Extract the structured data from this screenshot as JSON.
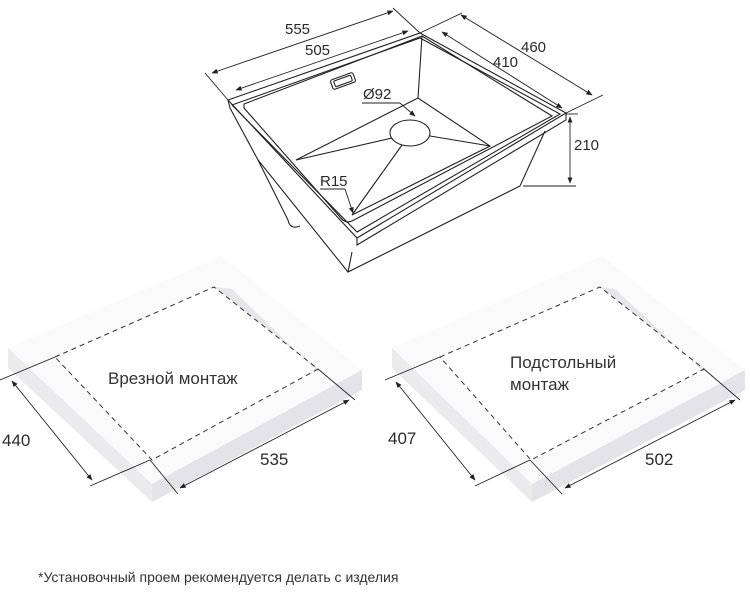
{
  "sink": {
    "dims": {
      "outer_length": "555",
      "inner_length": "505",
      "outer_width": "460",
      "inner_width": "410",
      "depth": "210",
      "drain_diameter": "Ø92",
      "corner_radius": "R15"
    }
  },
  "cutouts": [
    {
      "label_lines": [
        "Врезной монтаж"
      ],
      "width": "440",
      "length": "535"
    },
    {
      "label_lines": [
        "Подстольный",
        "монтаж"
      ],
      "width": "407",
      "length": "502"
    }
  ],
  "footnote": "*Установочный проем рекомендуется делать с изделия"
}
